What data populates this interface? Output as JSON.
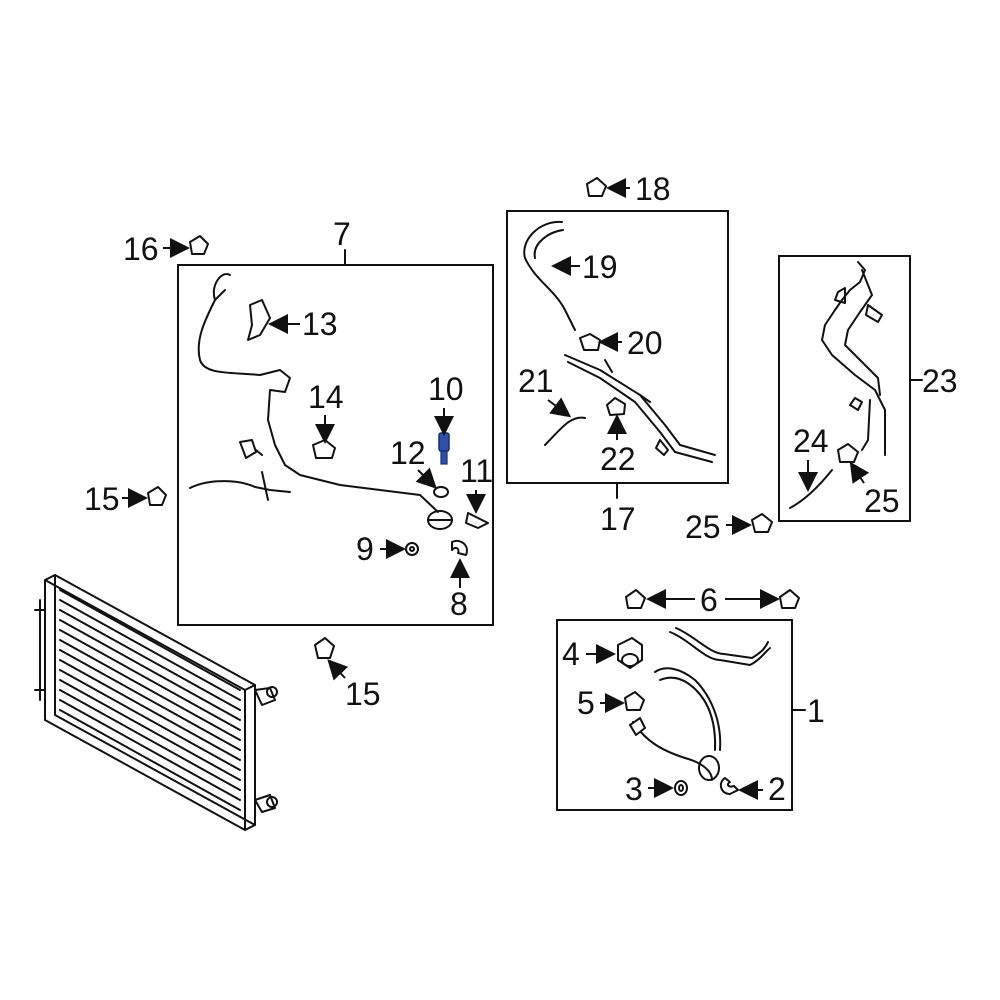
{
  "callouts": {
    "c1": "1",
    "c2": "2",
    "c3": "3",
    "c4": "4",
    "c5": "5",
    "c6": "6",
    "c7": "7",
    "c8": "8",
    "c9": "9",
    "c10": "10",
    "c11": "11",
    "c12": "12",
    "c13": "13",
    "c14": "14",
    "c15a": "15",
    "c15b": "15",
    "c16": "16",
    "c17": "17",
    "c18": "18",
    "c19": "19",
    "c20": "20",
    "c21": "21",
    "c22": "22",
    "c23": "23",
    "c24": "24",
    "c25a": "25",
    "c25b": "25"
  },
  "colors": {
    "highlight": "#2f4fa8",
    "line": "#111111"
  }
}
